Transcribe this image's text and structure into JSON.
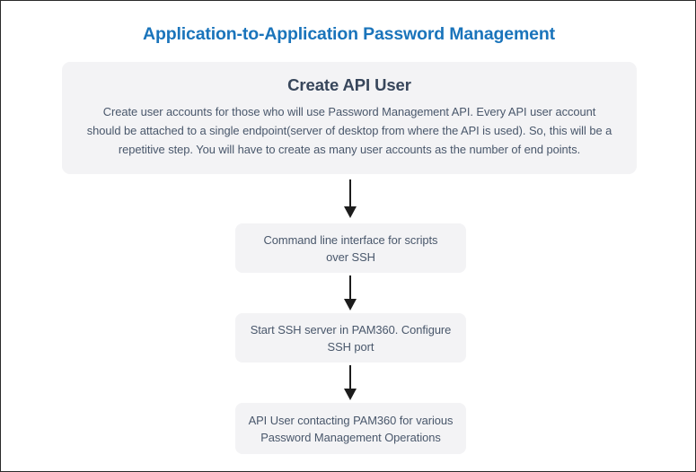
{
  "page": {
    "title": "Application-to-Application Password Management",
    "title_color": "#1a74bb",
    "panel_bg": "#f3f3f5",
    "body_text_color": "#49576b",
    "heading_text_color": "#37465b",
    "arrow_color": "#1c1c1c",
    "border_color": "#2b2b2b"
  },
  "hero": {
    "heading": "Create API User",
    "body_lines": [
      "Create user accounts for those who will use Password Management API. Every API user account",
      "should be attached to a single endpoint(server of desktop from where the API is used). So, this will be a",
      "repetitive step. You will have to create as many user accounts as the number of end points."
    ]
  },
  "flow": {
    "arrows": [
      {
        "name": "arrow-hero-to-step-1",
        "direction": "down"
      },
      {
        "name": "arrow-step-1-to-step-2",
        "direction": "down"
      },
      {
        "name": "arrow-step-2-to-step-3",
        "direction": "down"
      }
    ],
    "steps": [
      {
        "id": "step-1",
        "lines": [
          "Command line interface for scripts",
          "over SSH"
        ]
      },
      {
        "id": "step-2",
        "lines": [
          "Start SSH server in PAM360. Configure",
          "SSH port"
        ]
      },
      {
        "id": "step-3",
        "lines": [
          "API User contacting PAM360 for various",
          "Password Management Operations"
        ]
      }
    ]
  }
}
